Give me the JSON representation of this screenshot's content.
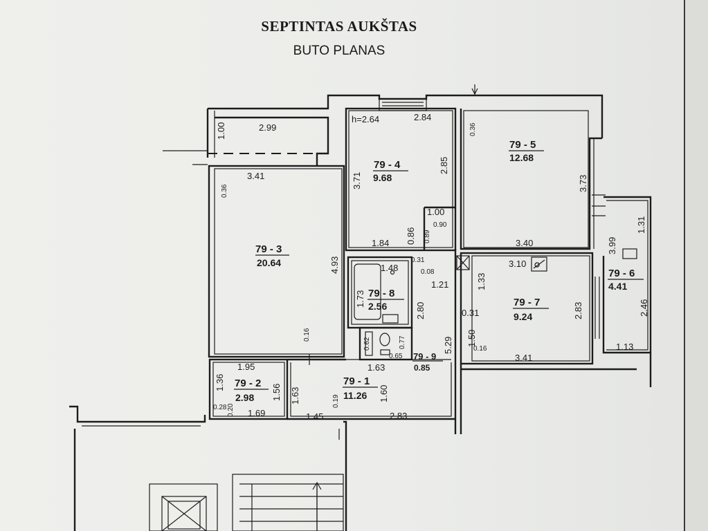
{
  "header": {
    "title": "SEPTINTAS AUKŠTAS",
    "subtitle": "BUTO PLANAS"
  },
  "rooms": [
    {
      "id": "79 - 1",
      "area": "11.26"
    },
    {
      "id": "79 - 2",
      "area": "2.98"
    },
    {
      "id": "79 - 3",
      "area": "20.64"
    },
    {
      "id": "79 - 4",
      "area": "9.68"
    },
    {
      "id": "79 - 5",
      "area": "12.68"
    },
    {
      "id": "79 - 6",
      "area": "4.41"
    },
    {
      "id": "79 - 7",
      "area": "9.24"
    },
    {
      "id": "79 - 8",
      "area": "2.56"
    },
    {
      "id": "79 - 9",
      "area": "0.85"
    }
  ],
  "dimensions": {
    "balcony_width": "2.99",
    "balcony_depth": "1.00",
    "r3_width": "3.41",
    "r3_height": "4.93",
    "r3_wall": "0.36",
    "r3_bottom": "0.16",
    "ceiling_height": "h=2.64",
    "r4_top": "2.84",
    "r4_left": "3.71",
    "r4_right": "2.85",
    "r4_bottom": "1.84",
    "r4_ext": "0.86",
    "r4_wall": "0.36",
    "corridor_top": "1.00",
    "corridor_a": "0.90",
    "corridor_b": "0.89",
    "r5_right": "3.73",
    "r5_bottom": "3.40",
    "r6_top": "1.31",
    "r6_left": "3.99",
    "r6_right": "2.46",
    "r6_bottom": "1.13",
    "r7_top": "3.10",
    "r7_left": "1.33",
    "r7_right": "2.83",
    "r7_bottom": "3.41",
    "r7_wall": "0.31",
    "r7_door": "1.50",
    "r7_wall2": "0.16",
    "r8_top": "1.48",
    "r8_left": "1.73",
    "r8_wall": "0.31",
    "r8_gap": "0.08",
    "hall_a": "1.21",
    "hall_b": "2.80",
    "wc_a": "0.62",
    "wc_b": "0.77",
    "wc_c": "0.65",
    "hall_len": "5.29",
    "hall_w": "1.63",
    "r2_top": "1.95",
    "r2_left": "1.36",
    "r2_right": "1.56",
    "r2_bottom": "1.69",
    "r2_a": "0.28",
    "r2_b": "0.20",
    "r1_left": "1.63",
    "r1_right": "1.60",
    "r1_wall": "0.19",
    "r1_bottom_a": "1.45",
    "r1_bottom_b": "2.83"
  },
  "icons": [
    "ventilation-shaft-icon",
    "electric-meter-icon",
    "washbasin-icon",
    "toilet-icon",
    "bathtub-icon",
    "stair-arrow-icon",
    "elevator-icon"
  ]
}
